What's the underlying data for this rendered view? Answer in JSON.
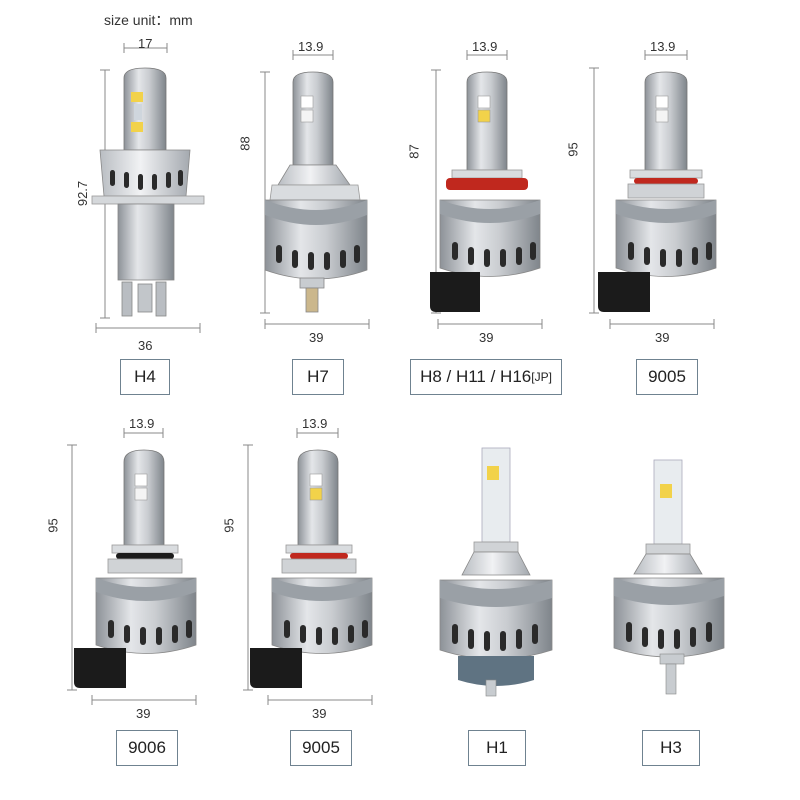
{
  "size_unit_label": "size unit：mm",
  "bulbs": [
    {
      "model": "H4",
      "width_label": "17",
      "height_label": "92.7",
      "base_label": "36"
    },
    {
      "model": "H7",
      "width_label": "13.9",
      "height_label": "88",
      "base_label": "39"
    },
    {
      "model": "H8 / H11 / H16",
      "model_suffix": "[JP]",
      "width_label": "13.9",
      "height_label": "87",
      "base_label": "39"
    },
    {
      "model": "9005",
      "width_label": "13.9",
      "height_label": "95",
      "base_label": "39"
    },
    {
      "model": "9006",
      "width_label": "13.9",
      "height_label": "95",
      "base_label": "39"
    },
    {
      "model": "9005",
      "width_label": "13.9",
      "height_label": "95",
      "base_label": "39"
    },
    {
      "model": "H1"
    },
    {
      "model": "H3"
    }
  ],
  "colors": {
    "aluminum": "#c9ccd0",
    "aluminum_dark": "#8d9298",
    "led_chip": "#f2d24a",
    "red_ring": "#c0281e",
    "connector": "#1b1b1b",
    "dim_line": "#888888",
    "label_border": "#6f8290"
  }
}
